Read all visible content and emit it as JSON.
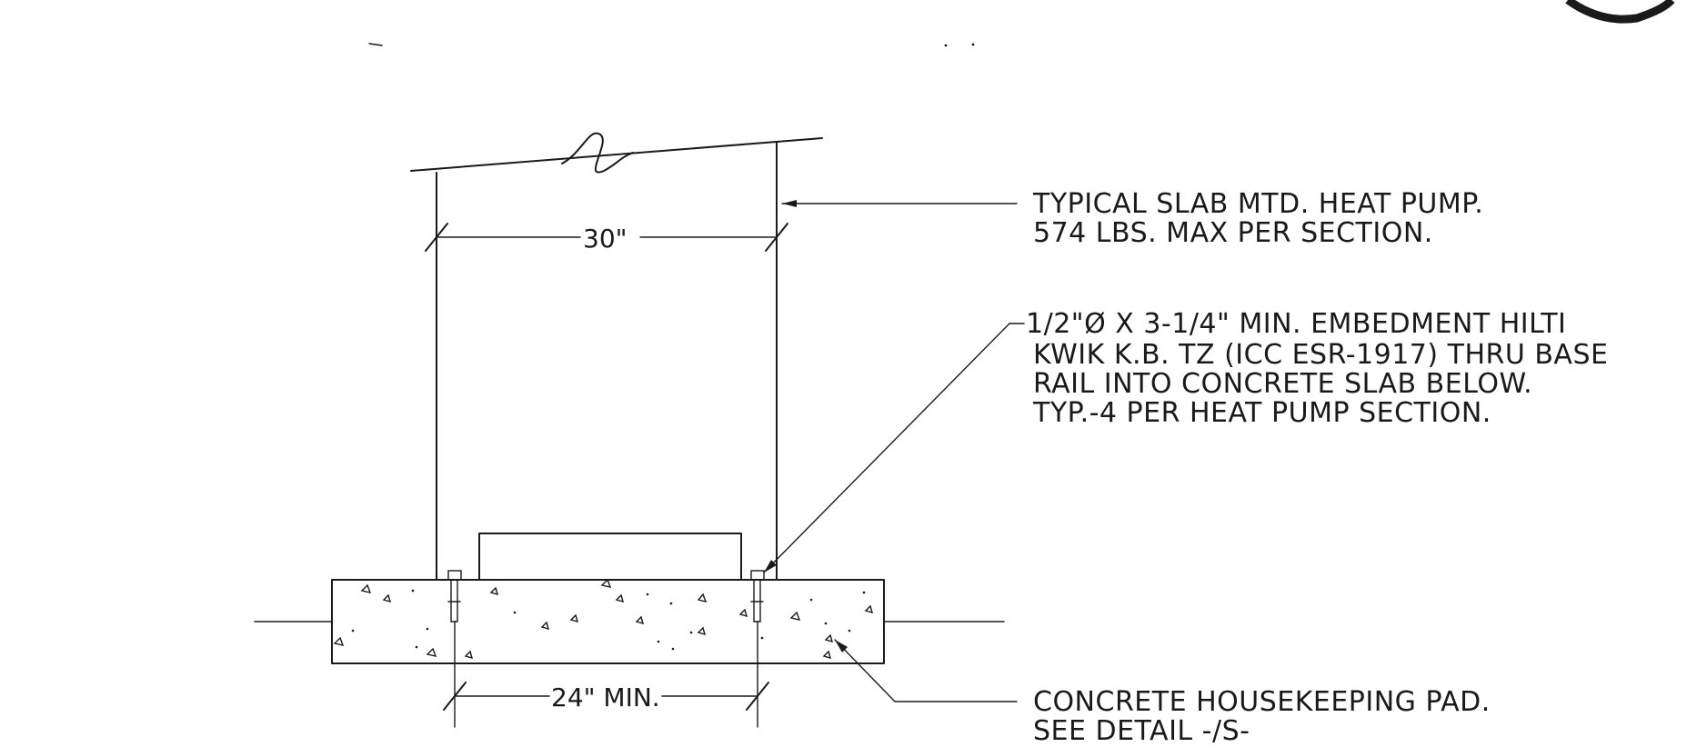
{
  "notes": {
    "heat_pump": [
      "TYPICAL SLAB MTD. HEAT PUMP.",
      "574 LBS. MAX PER SECTION."
    ],
    "anchor": [
      "1/2\"Ø X 3-1/4\" MIN. EMBEDMENT HILTI",
      "KWIK K.B. TZ (ICC ESR-1917) THRU BASE",
      "RAIL INTO CONCRETE SLAB BELOW.",
      "TYP.-4 PER HEAT PUMP SECTION."
    ],
    "pad": [
      "CONCRETE HOUSEKEEPING PAD.",
      "SEE DETAIL -/S-"
    ]
  },
  "dimensions": {
    "unit_width": "30\"",
    "anchor_spacing": "24\" MIN."
  }
}
